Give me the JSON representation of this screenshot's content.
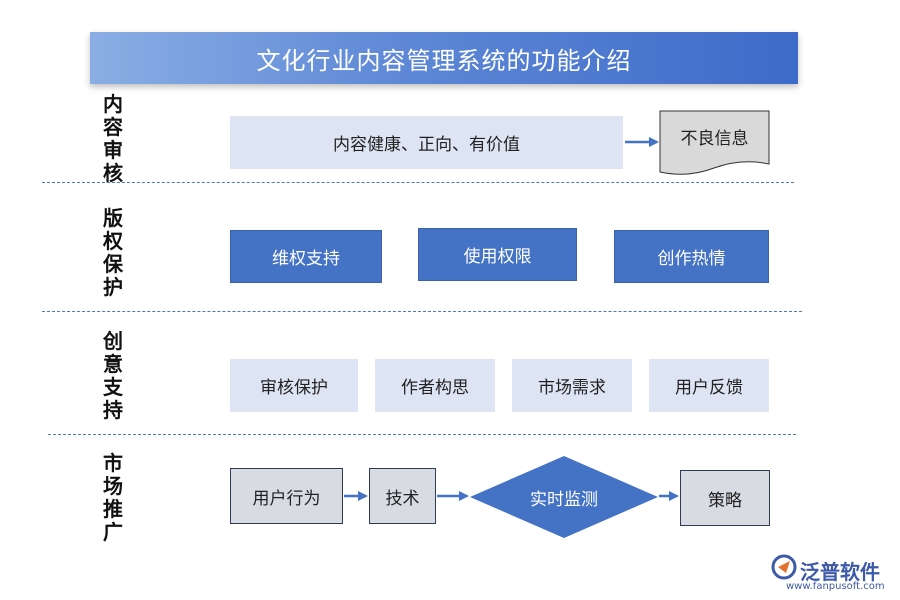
{
  "title": "文化行业内容管理系统的功能介绍",
  "sections": [
    {
      "label": "内容审核",
      "chars": [
        "内",
        "容",
        "审",
        "核"
      ]
    },
    {
      "label": "版权保护",
      "chars": [
        "版",
        "权",
        "保",
        "护"
      ]
    },
    {
      "label": "创意支持",
      "chars": [
        "创",
        "意",
        "支",
        "持"
      ]
    },
    {
      "label": "市场推广",
      "chars": [
        "市",
        "场",
        "推",
        "广"
      ]
    }
  ],
  "content_review": {
    "main": "内容健康、正向、有价值",
    "output": "不良信息"
  },
  "copyright": {
    "items": [
      "维权支持",
      "使用权限",
      "创作热情"
    ]
  },
  "creative": {
    "items": [
      "审核保护",
      "作者构思",
      "市场需求",
      "用户反馈"
    ]
  },
  "marketing": {
    "steps": [
      "用户行为",
      "技术",
      "实时监测",
      "策略"
    ]
  },
  "logo": {
    "name": "泛普软件",
    "url": "www.fanpusoft.com"
  },
  "colors": {
    "banner": "#4472c4",
    "dark_box": "#4472c4",
    "light_box": "#dde4f4",
    "divider": "#4a78c2",
    "arrow": "#4472c4"
  }
}
